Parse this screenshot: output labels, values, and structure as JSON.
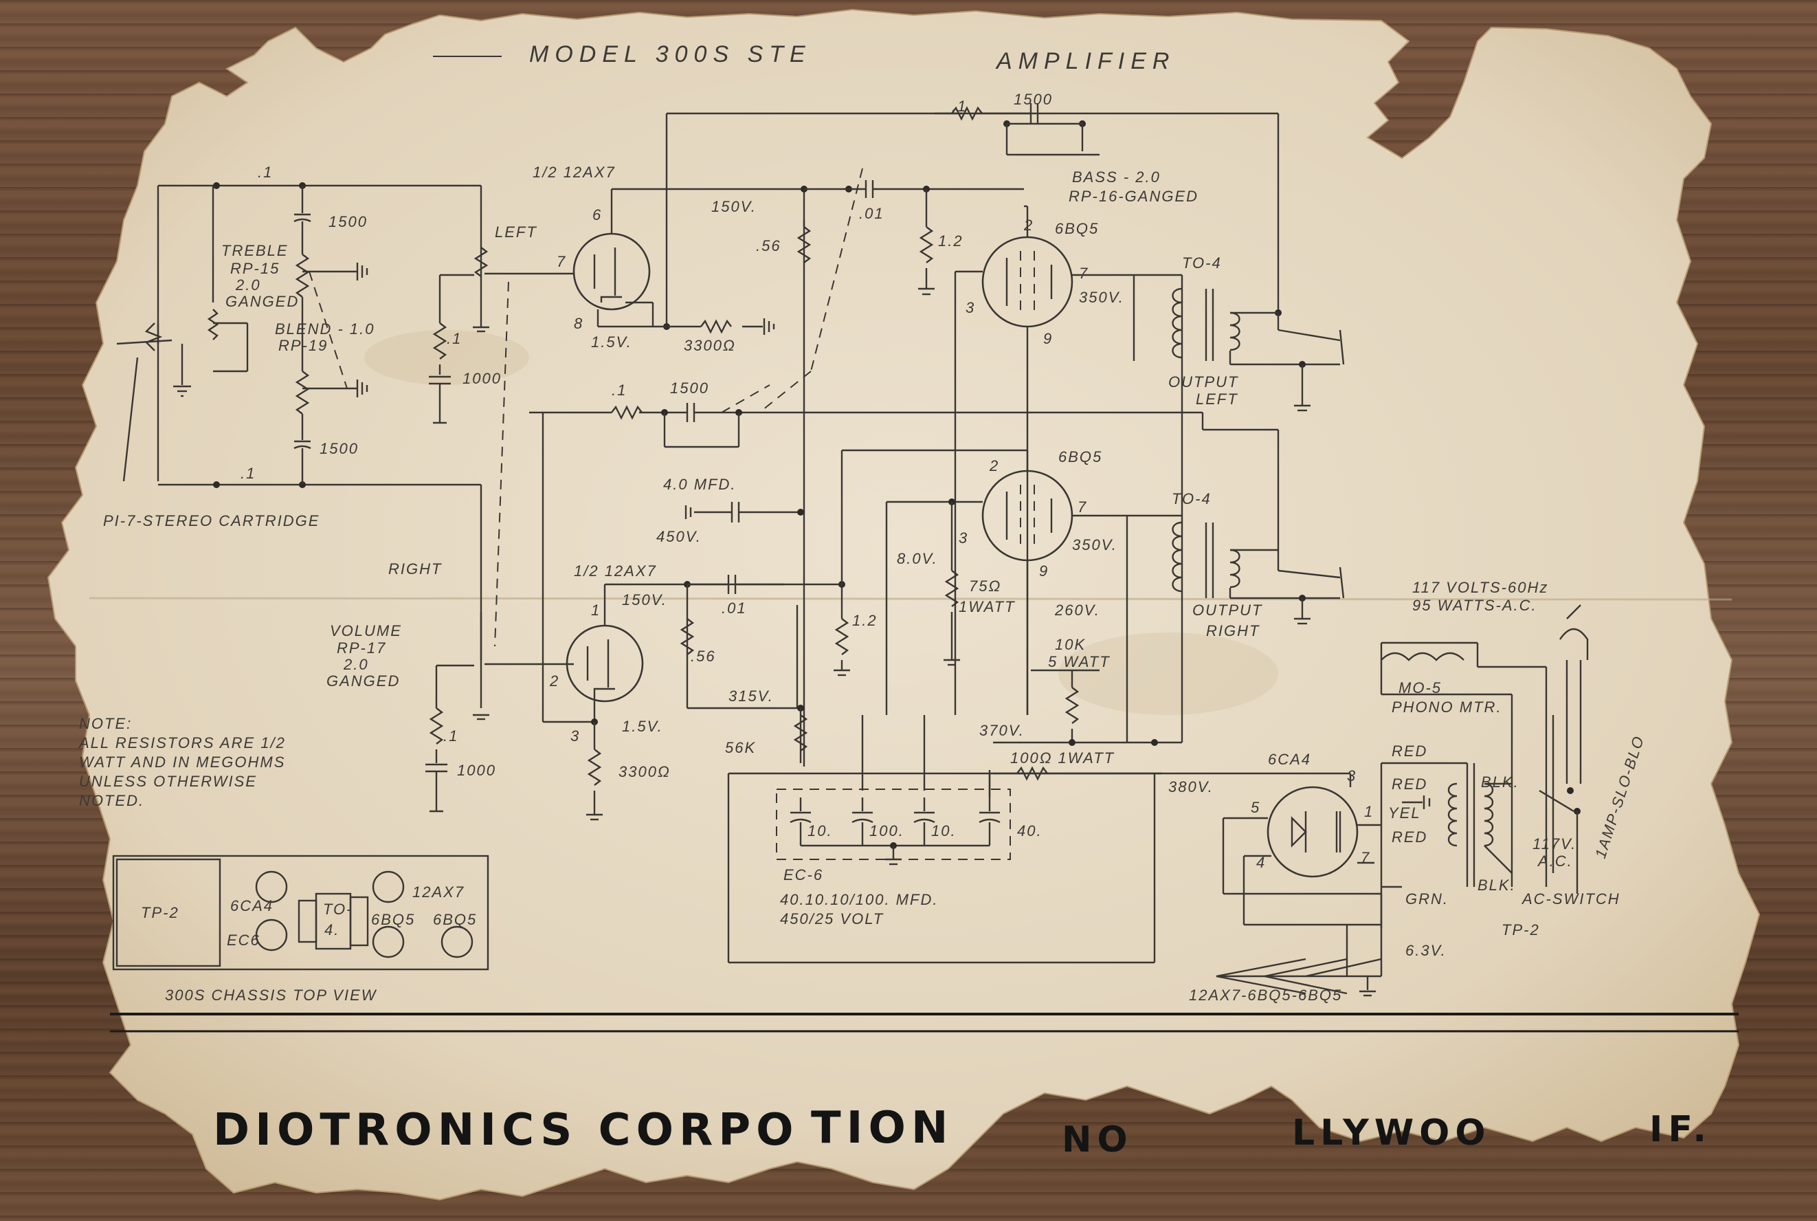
{
  "document": {
    "title": "MODEL 300S STE",
    "title_end": "AMPLIFIER",
    "footer_company": "DIOTRONICS CORPO",
    "footer_company_end": "TION",
    "footer_location_a": "NO",
    "footer_location_b": "LLYWOO",
    "footer_location_c": "IF."
  },
  "input_section": {
    "r_top": ".1",
    "c_top": "1500",
    "treble_name": "TREBLE",
    "treble_part": "RP-15",
    "treble_value": "2.0",
    "treble_ganged": "GANGED",
    "blend_name": "BLEND - 1.0",
    "blend_part": "RP-19",
    "c_bottom": "1500",
    "r_bottom": ".1",
    "cartridge": "PI-7-STEREO CARTRIDGE",
    "left_label": "LEFT",
    "right_label": "RIGHT",
    "r_left_grid": ".1",
    "c_left_grid": "1000",
    "volume_name": "VOLUME",
    "volume_part": "RP-17",
    "volume_value": "2.0",
    "volume_ganged": "GANGED",
    "r_right_grid": ".1",
    "c_right_grid": "1000"
  },
  "left_channel": {
    "tube_label": "1/2 12AX7",
    "pin6": "6",
    "pin7": "7",
    "pin8": "8",
    "plate_volts": "150V.",
    "plate_resistor": ".56",
    "cathode_volts": "1.5V.",
    "cathode_resistor": "3300Ω",
    "coupling_cap": ".01",
    "grid_resistor": "1.2",
    "fb_resistor": ".1",
    "fb_cap": "1500",
    "bass_label": "BASS - 2.0",
    "bass_part": "RP-16-GANGED",
    "output_tube": "6BQ5",
    "out_pin2": "2",
    "out_pin3": "3",
    "out_pin7": "7",
    "out_pin9": "9",
    "out_volts": "350V.",
    "transformer": "TO-4",
    "output_label": "OUTPUT",
    "output_side": "LEFT"
  },
  "right_channel": {
    "fb_resistor": ".1",
    "fb_cap": "1500",
    "filter_cap": "4.0 MFD.",
    "filter_volts": "450V.",
    "tube_label": "1/2 12AX7",
    "pin1": "1",
    "pin2": "2",
    "pin3": "3",
    "plate_volts": "150V.",
    "plate_resistor": ".56",
    "coupling_cap": ".01",
    "grid_resistor": "1.2",
    "cathode_volts": "1.5V.",
    "cathode_resistor": "3300Ω",
    "b_volts": "315V.",
    "output_tube": "6BQ5",
    "out_pin2": "2",
    "out_pin3": "3",
    "out_pin7": "7",
    "out_pin9": "9",
    "cathode_v": "8.0V.",
    "cathode_r": "75Ω",
    "cathode_w": "1WATT",
    "screen_v": "260V.",
    "out_volts": "350V.",
    "transformer": "TO-4",
    "output_label": "OUTPUT",
    "output_side": "RIGHT"
  },
  "power_supply": {
    "note_line1": "NOTE:",
    "note_line2": "ALL RESISTORS ARE 1/2",
    "note_line3": "WATT AND IN MEGOHMS",
    "note_line4": "UNLESS OTHERWISE",
    "note_line5": "NOTED.",
    "r56k": "56K",
    "r10k": "10K",
    "r10k_w": "5 WATT",
    "v370": "370V.",
    "r100": "100Ω 1WATT",
    "cap1": "10.",
    "cap2": "100.",
    "cap3": "10.",
    "cap4": "40.",
    "can_name": "EC-6",
    "can_values": "40.10.10/100. MFD.",
    "can_volts": "450/25 VOLT",
    "v380": "380V.",
    "rectifier": "6CA4",
    "rect_pin3": "3",
    "rect_pin1": "1",
    "rect_pin5": "5",
    "rect_pin4": "4",
    "rect_pin7": "7",
    "wire_red1": "RED",
    "wire_red2": "RED",
    "wire_yel": "YEL",
    "wire_red3": "RED",
    "wire_grn": "GRN.",
    "wire_blk1": "BLK.",
    "wire_blk2": "BLK.",
    "heater_v": "6.3V.",
    "heater_tubes": "12AX7-6BQ5-6BQ5",
    "mains_line1": "117 VOLTS-60Hz",
    "mains_line2": "95 WATTS-A.C.",
    "motor_name": "MO-5",
    "motor_label": "PHONO MTR.",
    "fuse": "1AMP-SLO-BLO",
    "ac_v": "117V.",
    "ac_ac": "A.C.",
    "ac_switch": "AC-SWITCH",
    "pt": "TP-2"
  },
  "chassis": {
    "caption": "300S CHASSIS TOP VIEW",
    "tp2": "TP-2",
    "to4_a": "TO-",
    "to4_b": "4.",
    "t6ca4": "6CA4",
    "tec6": "EC6",
    "t12ax7": "12AX7",
    "t6bq5a": "6BQ5",
    "t6bq5b": "6BQ5"
  }
}
